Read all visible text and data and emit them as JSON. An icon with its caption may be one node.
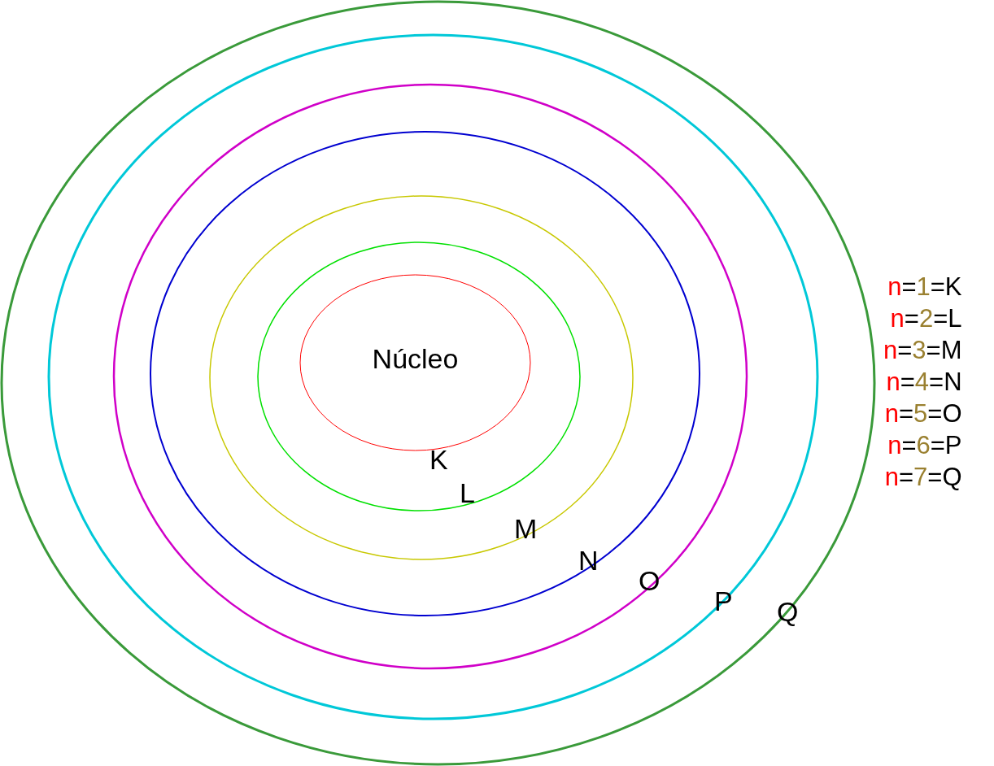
{
  "diagram": {
    "nodes": [
      {
        "text": [],
        "shape": "ellipse"
      },
      {
        "text": [],
        "shape": "ellipse",
        "in": 0
      },
      {
        "text": [],
        "shape": "ellipse",
        "in": 1
      },
      {
        "text": [],
        "shape": "ellipse",
        "in": 2
      },
      {
        "text": [],
        "shape": "ellipse",
        "in": 3
      },
      {
        "text": [],
        "shape": "ellipse",
        "in": 4
      },
      {
        "text": [
          "Núcleo"
        ],
        "in": 5
      }
    ],
    "labels": [
      "K",
      "L",
      "M",
      "N",
      "O",
      "P",
      "Q",
      "n=1=K",
      "n=2=L",
      "n=3=M",
      "n=4=N",
      "n=5=O",
      "n=6=P",
      "n=7=Q"
    ]
  }
}
